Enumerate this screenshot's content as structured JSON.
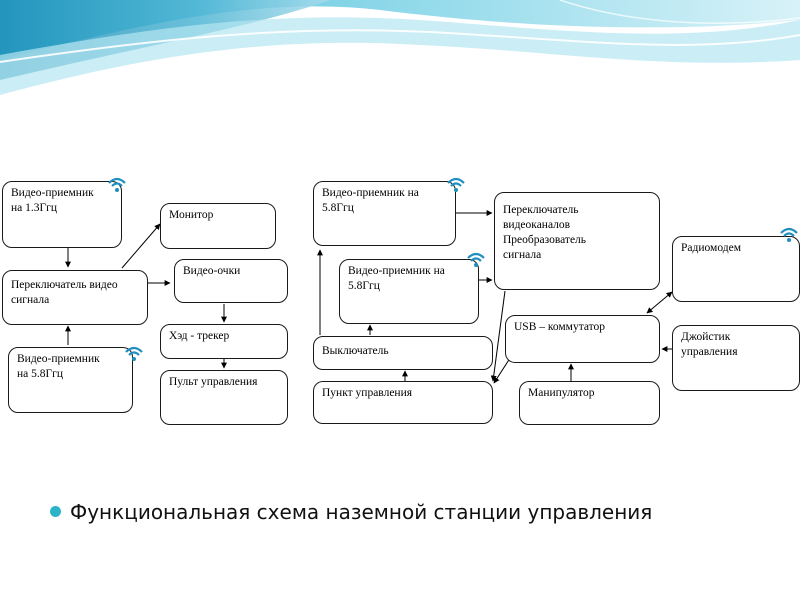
{
  "slide": {
    "caption": "Функциональная схема наземной станции управления",
    "accent_color": "#2bb3c8"
  },
  "diagram": {
    "blocks": {
      "vrx13": "Видео-приемник\nна 1.3Ггц",
      "switch_video": "Переключатель видео\nсигнала",
      "vrx58_left": "Видео-приемник\nна 5.8Ггц",
      "monitor": "Монитор",
      "video_glasses": "Видео-очки",
      "head_tracker": "Хэд - трекер",
      "control_panel": "Пульт управления",
      "vrx58_top": "Видео-приемник на\n5.8Ггц",
      "vrx58_mid": "Видео-приемник на\n5.8Ггц",
      "power_switch": "Выключатель",
      "control_point": "Пункт управления",
      "switch_converter": "Переключатель\nвидеоканалов\nПреобразователь\nсигнала",
      "radiomodem": "Радиомодем",
      "usb_hub": "USB – коммутатор",
      "joystick": "Джойстик\nуправления",
      "manipulator": "Манипулятор"
    },
    "wireless_icon": "wifi-signal-icon"
  }
}
